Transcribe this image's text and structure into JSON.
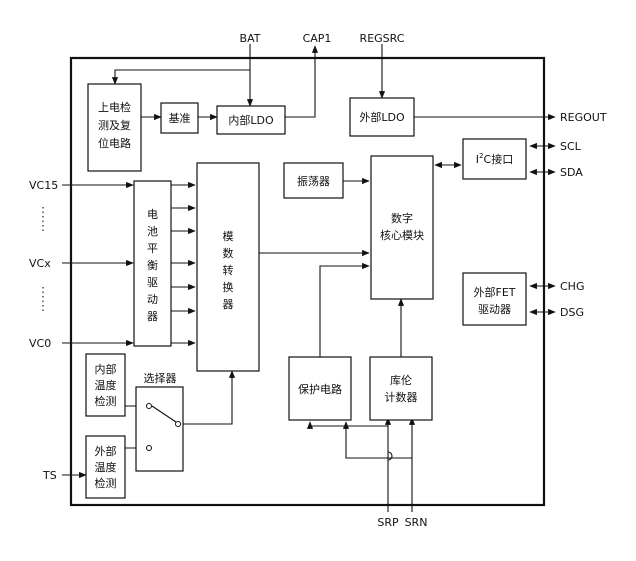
{
  "pins": {
    "bat": "BAT",
    "cap1": "CAP1",
    "regsrc": "REGSRC",
    "regout": "REGOUT",
    "scl": "SCL",
    "sda": "SDA",
    "vc15": "VC15",
    "vcx": "VCx",
    "vc0": "VC0",
    "chg": "CHG",
    "dsg": "DSG",
    "ts": "TS",
    "srp": "SRP",
    "srn": "SRN"
  },
  "blocks": {
    "por": [
      "上电检",
      "测及复",
      "位电路"
    ],
    "ref": "基准",
    "internal_ldo": "内部LDO",
    "external_ldo": "外部LDO",
    "i2c": {
      "sup": "2",
      "rest": "C接口"
    },
    "oscillator": "振荡器",
    "digital_core": [
      "数字",
      "核心模块"
    ],
    "balance": [
      "电",
      "池",
      "平",
      "衡",
      "驱",
      "动",
      "器"
    ],
    "adc": [
      "模",
      "数",
      "转",
      "换",
      "器"
    ],
    "internal_temp": [
      "内部",
      "温度",
      "检测"
    ],
    "selector": "选择器",
    "external_temp": [
      "外部",
      "温度",
      "检测"
    ],
    "protection": "保护电路",
    "coulomb": [
      "库伦",
      "计数器"
    ],
    "fet_driver": [
      "外部FET",
      "驱动器"
    ]
  }
}
